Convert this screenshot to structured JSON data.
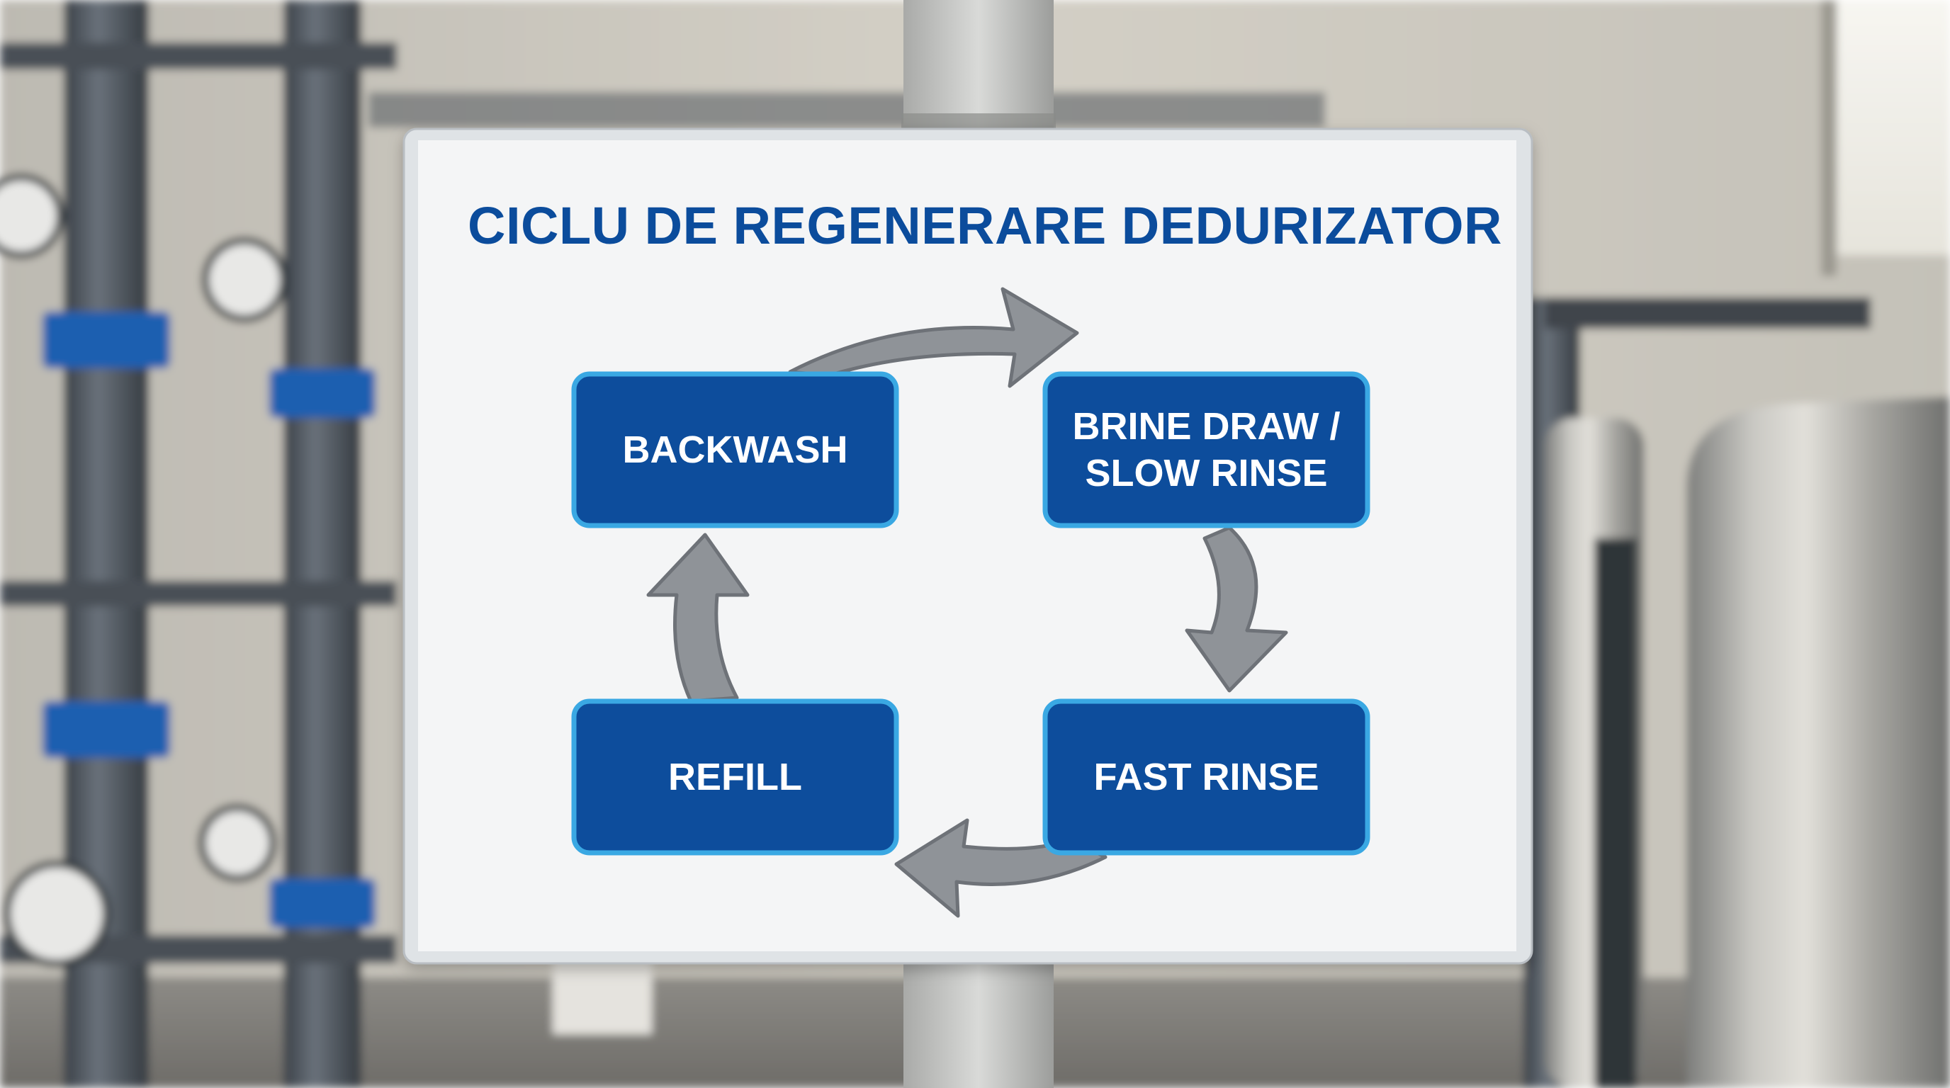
{
  "sign": {
    "title": "CICLU DE REGENERARE DEDURIZATOR",
    "steps": [
      {
        "label": "BACKWASH"
      },
      {
        "label": "BRINE DRAW /\nSLOW RINSE"
      },
      {
        "label": "FAST RINSE"
      },
      {
        "label": "REFILL"
      }
    ]
  },
  "colors": {
    "title": "#0b4c9c",
    "box_fill": "#0d4d9c",
    "box_border": "#3aa8e3",
    "arrow": "#8f9398",
    "arrow_outline": "#6e7278",
    "sign_paper": "#f4f5f6",
    "wall": "#c9c6bd",
    "pipe": "#4f565e",
    "flange_blue": "#1f5fb0",
    "steel": "#a9a9a6"
  }
}
